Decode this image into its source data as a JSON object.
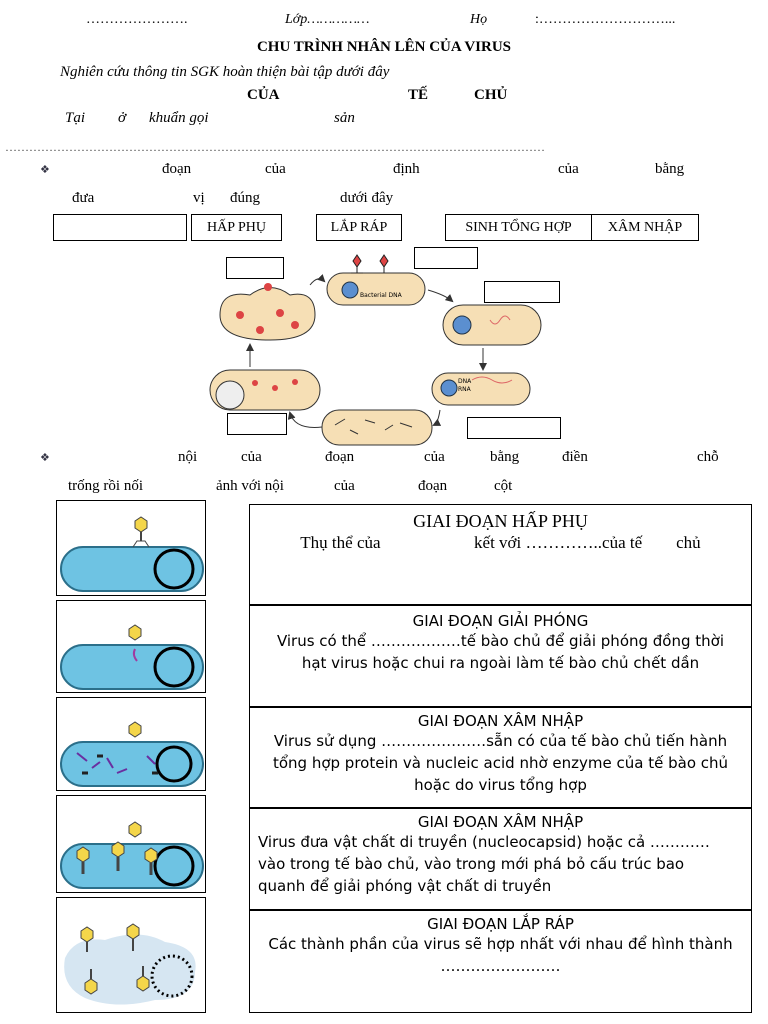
{
  "header": {
    "dots_name": "………………….",
    "class_label": "Lớp……………",
    "ho_label": "Họ",
    "ho_dots": ":………………………..."
  },
  "title": "CHU TRÌNH NHÂN LÊN CỦA VIRUS",
  "instruction": "Nghiên cứu thông tin SGK hoàn thiện bài tập dưới đây",
  "subtitle_words": [
    "CỦA",
    "TẾ",
    "CHỦ"
  ],
  "intro_words": [
    "Tại",
    "ở",
    "khuẩn gọi",
    "sản"
  ],
  "dotted_line": "………………………………………………………………………………………………………………………",
  "task1": {
    "bullet": "❖",
    "line1": [
      "đoạn",
      "của",
      "định",
      "của",
      "bằng"
    ],
    "line2": [
      "đưa",
      "vị",
      "đúng",
      "dưới đây"
    ]
  },
  "answer_options": [
    "HẤP PHỤ",
    "LẮP RÁP",
    "SINH TỔNG HỢP",
    "XÂM NHẬP"
  ],
  "diagram": {
    "cell_label": "Bacterial DNA",
    "dna_label": "DNA",
    "rna_label": "RNA"
  },
  "task2": {
    "bullet": "❖",
    "line1": [
      "nội",
      "của",
      "đoạn",
      "của",
      "bằng",
      "điền",
      "chỗ"
    ],
    "line2": [
      "trống rồi nối",
      "ảnh với nội",
      "của",
      "đoạn",
      "cột"
    ]
  },
  "stages": [
    {
      "title": "GIAI ĐOẠN HẤP PHỤ",
      "body": [
        "Thụ thể của                      kết với …………..của tế        chủ"
      ]
    },
    {
      "title": "GIAI ĐOẠN GIẢI PHÓNG",
      "body": [
        "Virus có thể ………………tế bào chủ để giải phóng đồng thời",
        "hạt virus hoặc chui ra ngoài làm tế bào chủ chết dần"
      ]
    },
    {
      "title": "GIAI ĐOẠN XÂM NHẬP",
      "body": [
        "Virus sử dụng …………………sẵn có của tế bào chủ tiến hành",
        "tổng hợp protein và nucleic acid nhờ enzyme của tế bào chủ",
        "hoặc do virus tổng hợp"
      ]
    },
    {
      "title": "GIAI ĐOẠN XÂM NHẬP",
      "body": [
        "Virus đưa vật chất di truyền (nucleocapsid) hoặc cả …………",
        "vào trong tế bào chủ, vào trong mới phá bỏ cấu trúc bao",
        "quanh để giải phóng vật chất di truyền"
      ]
    },
    {
      "title": "GIAI ĐOẠN LẮP RÁP",
      "body": [
        "Các thành phần của virus sẽ hợp nhất với nhau để hình thành",
        "……………………"
      ]
    }
  ]
}
